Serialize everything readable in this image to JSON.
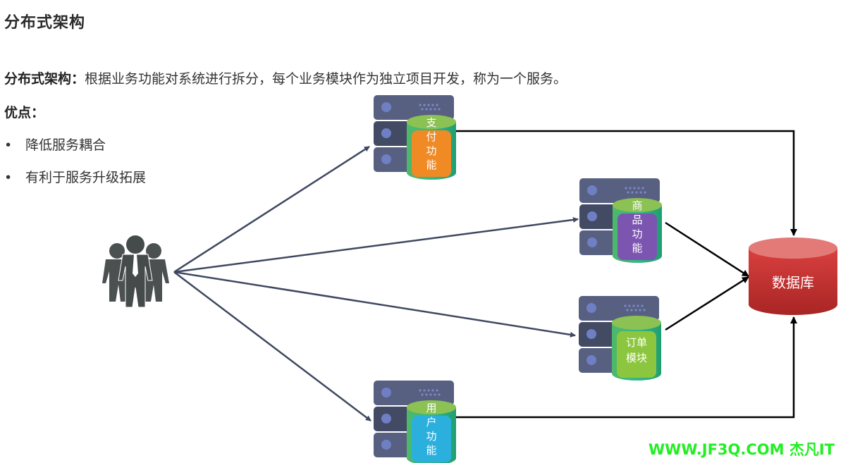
{
  "page": {
    "title": "分布式架构",
    "description_label": "分布式架构：",
    "description_text": "根据业务功能对系统进行拆分，每个业务模块作为独立项目开发，称为一个服务。",
    "pros_label": "优点：",
    "pros": [
      "降低服务耦合",
      "有利于服务升级拓展"
    ]
  },
  "diagram": {
    "users_icon": "users-group-icon",
    "services": [
      {
        "name": "支付功能",
        "lines": [
          "支",
          "付",
          "功",
          "能"
        ],
        "color": "#f08a24"
      },
      {
        "name": "商品功能",
        "lines": [
          "商",
          "品",
          "功",
          "能"
        ],
        "color": "#7b55b0"
      },
      {
        "name": "订单模块",
        "lines": [
          "订单",
          "模块"
        ],
        "color": "#8cc63e"
      },
      {
        "name": "用户功能",
        "lines": [
          "用",
          "户",
          "功",
          "能"
        ],
        "color": "#2bb0de"
      }
    ],
    "database": {
      "label": "数据库",
      "color": "#c0302f"
    }
  },
  "watermark": "WWW.JF3Q.COM 杰凡IT"
}
